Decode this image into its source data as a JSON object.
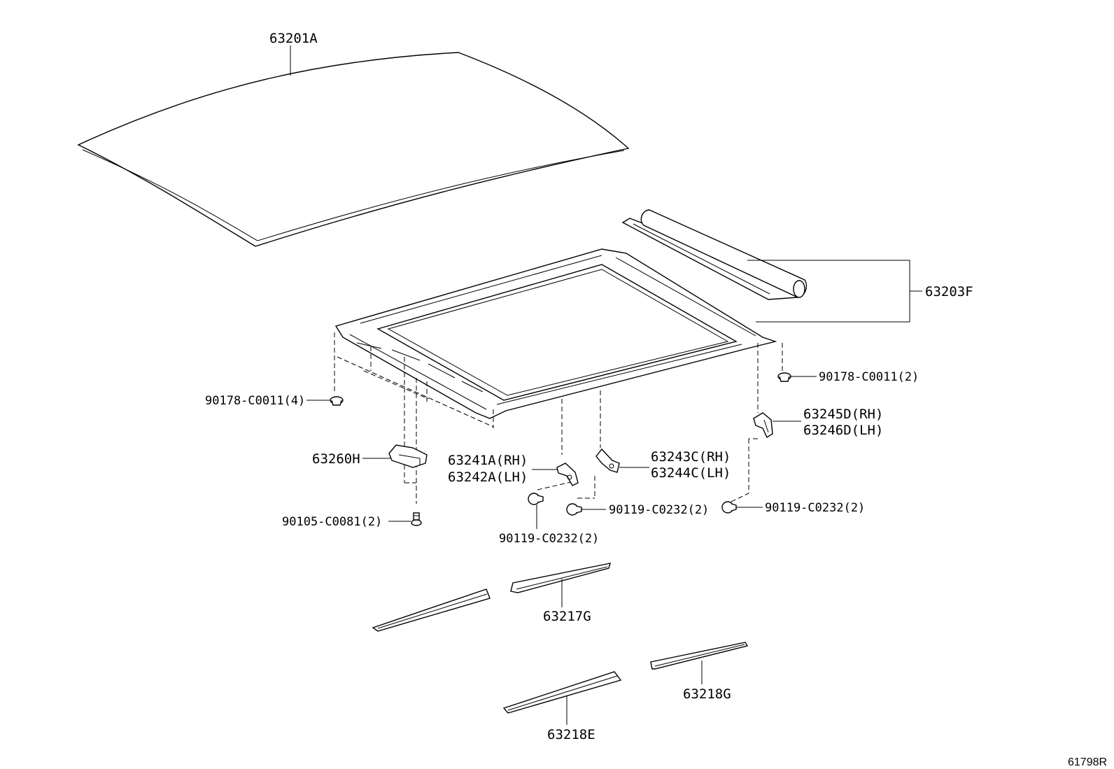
{
  "labels": {
    "roof_panel": "63201A",
    "rail_assembly": "63203F",
    "clip_right_top": "90178-C0011(2)",
    "clip_left": "90178-C0011(4)",
    "bracket_rh_1": "63245D(RH)",
    "bracket_lh_1": "63246D(LH)",
    "bracket_rh_2": "63243C(RH)",
    "bracket_lh_2": "63244C(LH)",
    "bracket_rh_3": "63241A(RH)",
    "bracket_lh_3": "63242A(LH)",
    "bracket_center": "63260H",
    "bolt_right": "90119-C0232(2)",
    "bolt_middle": "90119-C0232(2)",
    "bolt_lower": "90119-C0232(2)",
    "bolt_left": "90105-C0081(2)",
    "molding_upper": "63217G",
    "molding_right": "63218G",
    "molding_lower": "63218E"
  },
  "reference_code": "61798R"
}
